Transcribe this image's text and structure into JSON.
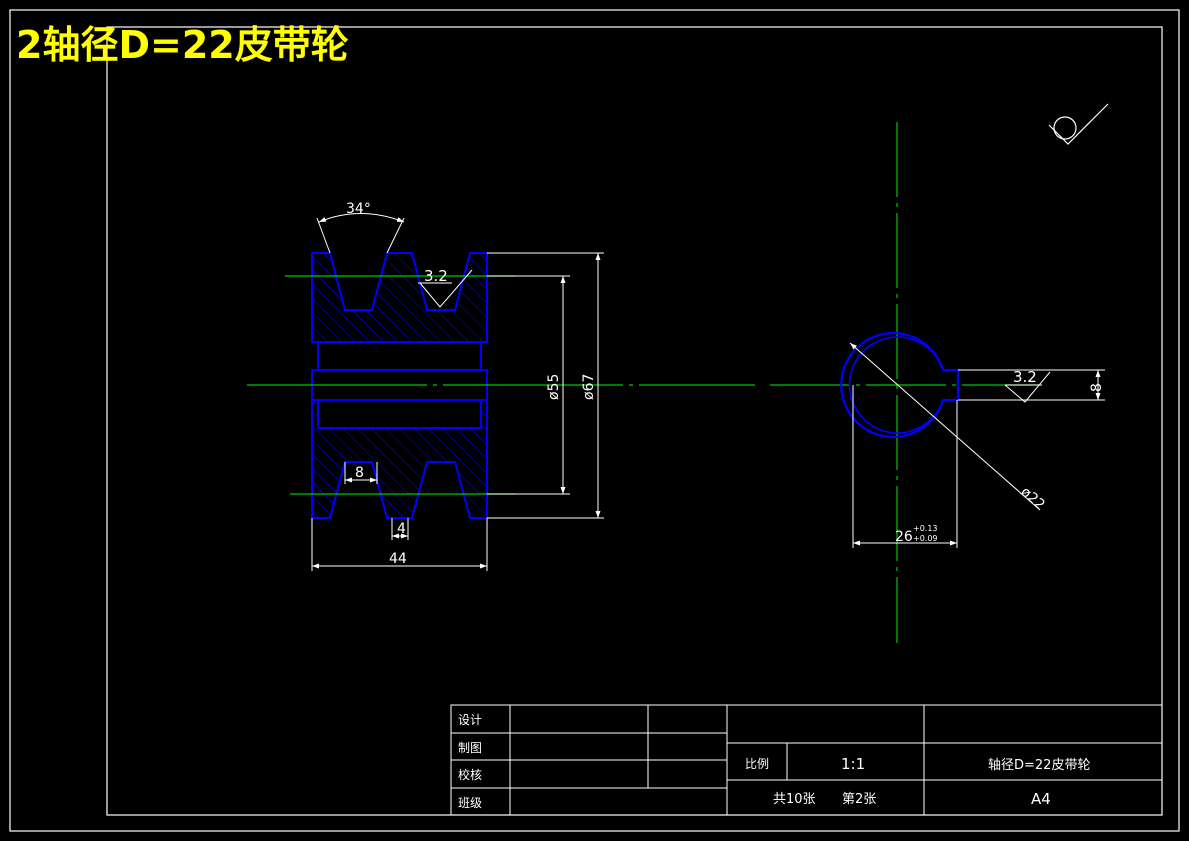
{
  "drawing_title": "2轴径D=22皮带轮",
  "section_view": {
    "groove_angle": "34°",
    "roughness": "3.2",
    "dia_inner": "ø55",
    "dia_outer": "ø67",
    "groove_top_width": "8",
    "groove_bottom_width": "4",
    "total_width": "44"
  },
  "end_view": {
    "roughness": "3.2",
    "keyway_width": "8",
    "bore_diameter": "ø22",
    "keyway_depth": "26",
    "tol_upper": "+0.13",
    "tol_lower": "+0.09"
  },
  "title_block": {
    "designer_label": "设计",
    "drafter_label": "制图",
    "checker_label": "校核",
    "class_label": "班级",
    "scale_label": "比例",
    "scale_value": "1:1",
    "part_name": "轴径D=22皮带轮",
    "sheets_total": "共10张",
    "sheet_no": "第2张",
    "paper_size": "A4"
  },
  "colors": {
    "outline": "#0000ff",
    "center_line": "#00c800",
    "dimension": "#ffffff",
    "title": "#ffff00",
    "frame": "#ffffff"
  }
}
